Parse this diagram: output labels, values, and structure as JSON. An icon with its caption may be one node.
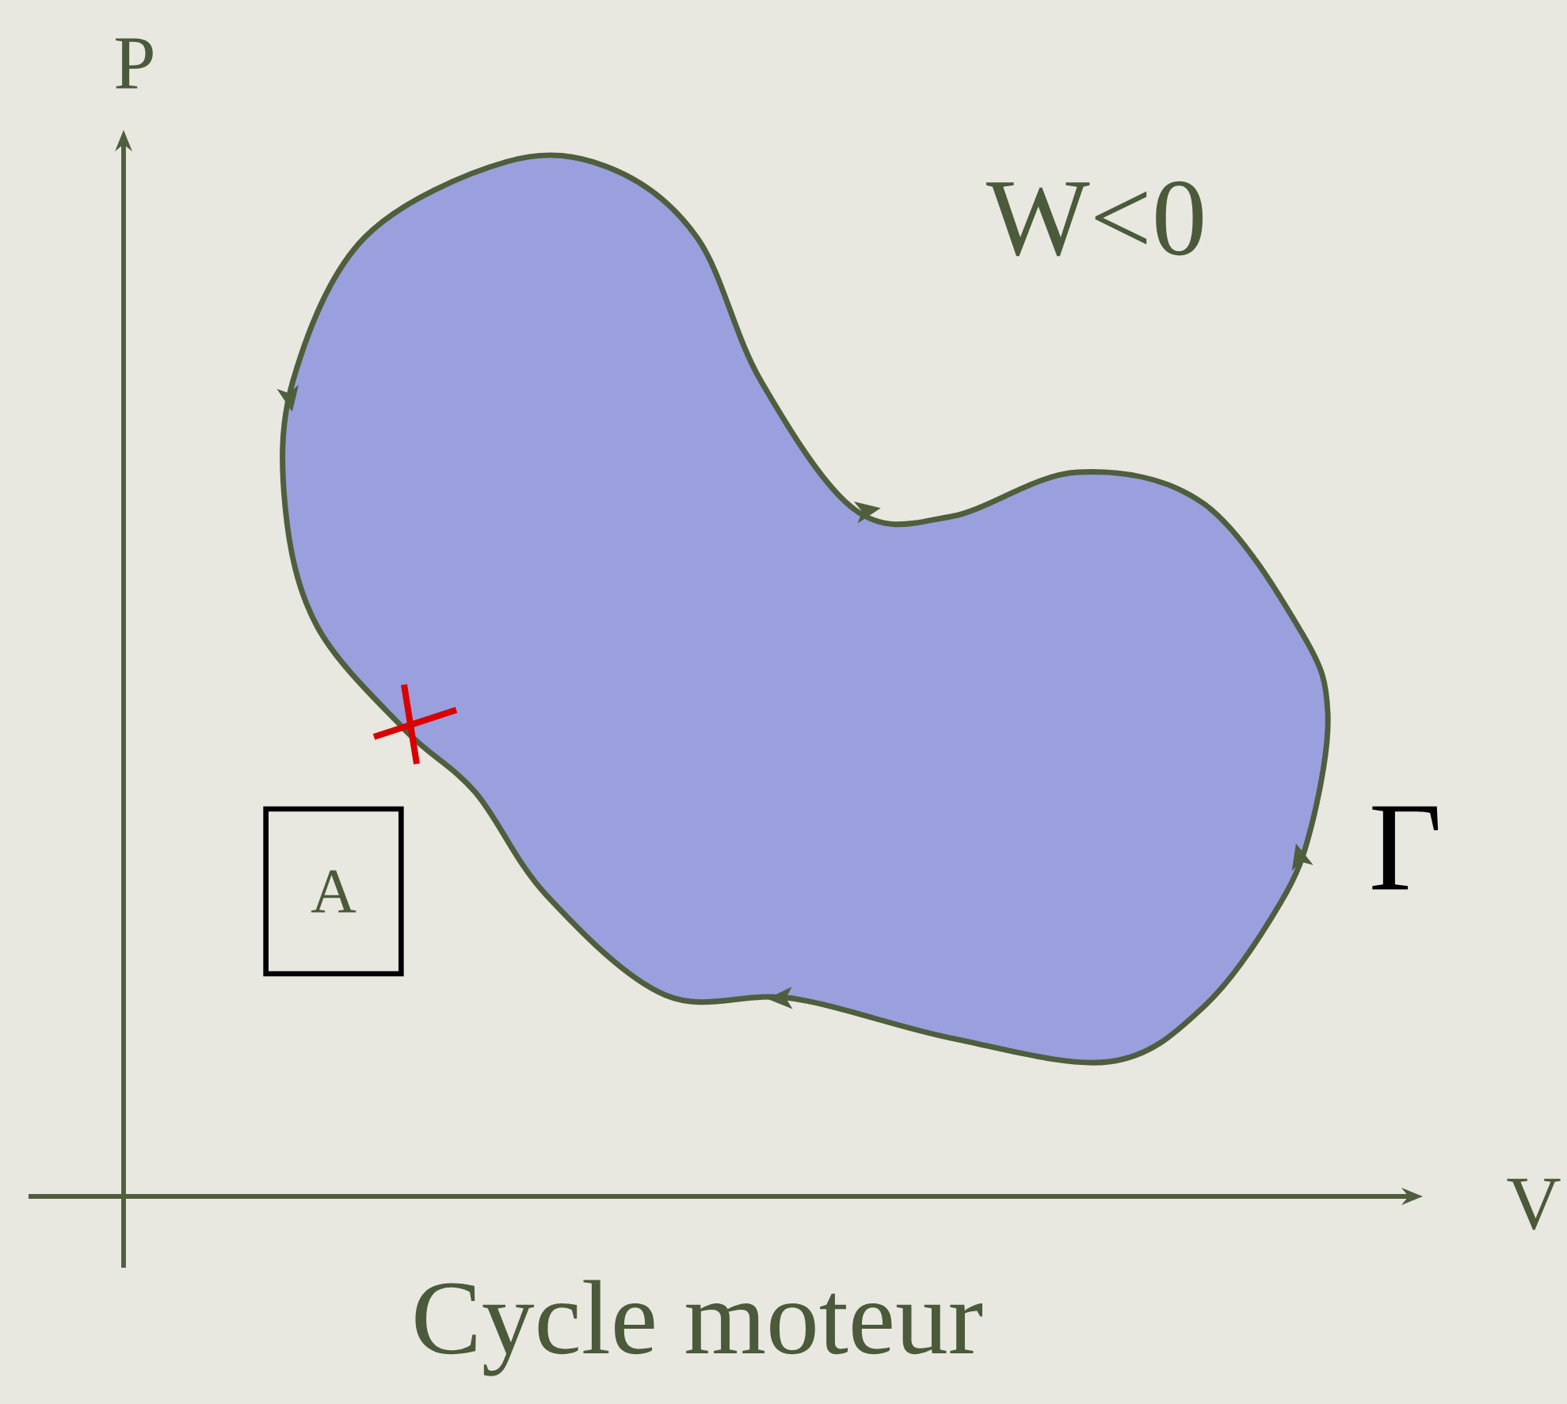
{
  "diagram": {
    "caption": "Cycle moteur",
    "nodes": [
      {
        "text": [
          "A"
        ]
      }
    ],
    "edges": [],
    "labels": [
      "P",
      "W<0",
      "Γ",
      "V"
    ]
  }
}
